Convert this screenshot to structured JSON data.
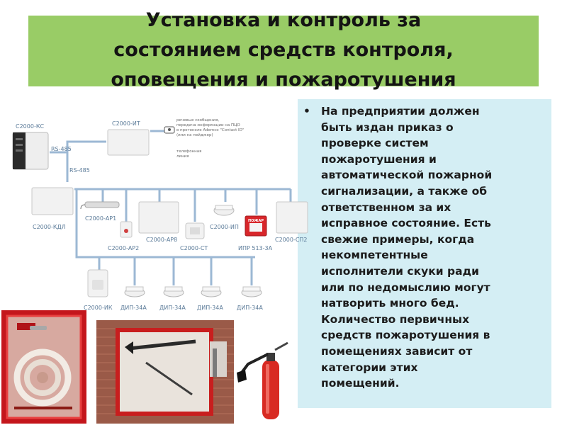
{
  "title": {
    "line1": "Установка и контроль за",
    "line2": "состоянием средств контроля,",
    "line3": "оповещения и пожаротушения"
  },
  "body": {
    "bullet": "•",
    "paragraph1": "На предприятии должен\nбыть издан приказ о\nпроверке систем\nпожаротушения и\nавтоматической пожарной\nсигнализации, а также об\nответственном за их\nисправное состояние. Есть\nсвежие примеры, когда\nнекомпетентные\nисполнители скуки ради\nили по недомыслию могут\nнатворить много бед.",
    "paragraph2": "  Количество первичных\nсредств пожаротушения в\nпомещениях зависит от\nкатегории этих\nпомещений."
  },
  "diagram": {
    "labels": {
      "ks": "С2000-КС",
      "it": "С2000-ИТ",
      "rs485_top": "RS-485",
      "rs485_mid": "RS-485",
      "kdl": "С2000-КДЛ",
      "ar1": "С2000-АР1",
      "ar2": "С2000-АР2",
      "ar8": "С2000-АР8",
      "st": "С2000-СТ",
      "ip": "С2000-ИП",
      "ipr": "ИПР 513-3А",
      "sp2": "С2000-СП2",
      "ik": "С2000-ИК",
      "dip1": "ДИП-34А",
      "dip2": "ДИП-34А",
      "dip3": "ДИП-34А",
      "dip4": "ДИП-34А"
    },
    "phone_note": {
      "l1": "речевые сообщения,",
      "l2": "передача информации на ПЦО",
      "l3": "в протоколе Ademco \"Contact ID\"",
      "l4": "(или на пейджер)"
    },
    "line_note": {
      "l1": "телефонная",
      "l2": "линия"
    },
    "alarm_sign": "ПОЖАР"
  }
}
